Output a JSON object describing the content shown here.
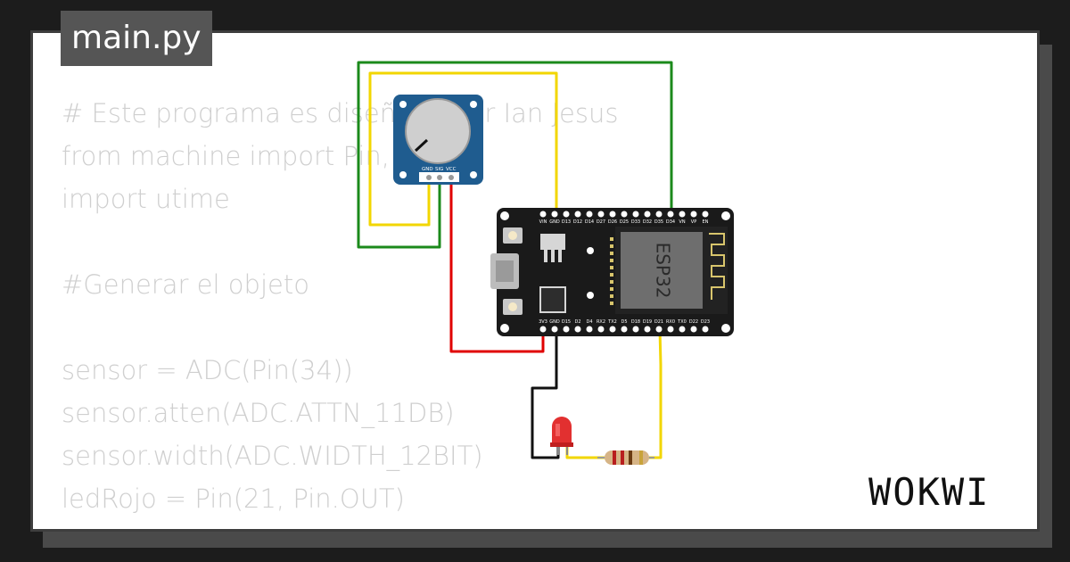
{
  "tab": {
    "filename": "main.py"
  },
  "code_lines": [
    "# Este programa es diseñado por Ian Jesus",
    "from machine import Pin, ADC",
    "import utime",
    "",
    "#Generar el objeto",
    "",
    "sensor = ADC(Pin(34))",
    "sensor.atten(ADC.ATTN_11DB)",
    "sensor.width(ADC.WIDTH_12BIT)",
    "ledRojo = Pin(21, Pin.OUT)"
  ],
  "potentiometer": {
    "pins": [
      "GND",
      "SIG",
      "VCC"
    ]
  },
  "esp32": {
    "chip_label": "ESP32",
    "top_pins": [
      "VIN",
      "GND",
      "D13",
      "D12",
      "D14",
      "D27",
      "D26",
      "D25",
      "D33",
      "D32",
      "D35",
      "D34",
      "VN",
      "VP",
      "EN"
    ],
    "bottom_pins": [
      "3V3",
      "GND",
      "D15",
      "D2",
      "D4",
      "RX2",
      "TX2",
      "D5",
      "D18",
      "D19",
      "D21",
      "RX0",
      "TX0",
      "D22",
      "D23"
    ]
  },
  "brand": {
    "logo": "WOKWI"
  },
  "colors": {
    "wire_green": "#1b8a1b",
    "wire_yellow": "#f2d600",
    "wire_red": "#e00000",
    "wire_black": "#111111",
    "board": "#1a1a1a",
    "pot_module": "#1f5c8f"
  }
}
